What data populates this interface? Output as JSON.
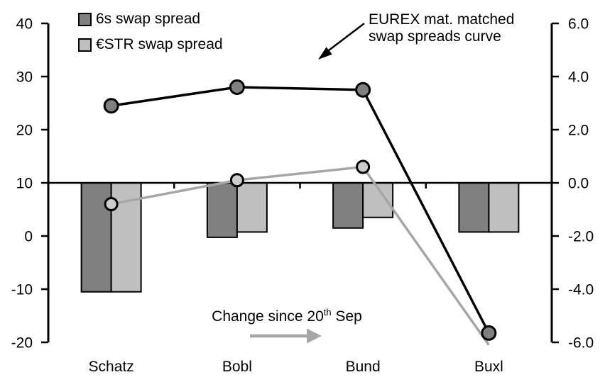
{
  "chart_data": {
    "type": "bar",
    "subtype": "combo-bar-line-dual-axis",
    "title": "",
    "categories": [
      "Schatz",
      "Bobl",
      "Bund",
      "Buxl"
    ],
    "left_axis": {
      "tick_labels": [
        "40",
        "30",
        "20",
        "10",
        "0",
        "-10",
        "-20"
      ],
      "range": [
        -20,
        40
      ]
    },
    "right_axis": {
      "tick_labels": [
        "6.0",
        "4.0",
        "2.0",
        "0.0",
        "-2.0",
        "-4.0",
        "-6.0"
      ],
      "range": [
        -6.0,
        6.0
      ]
    },
    "grid": false,
    "legend_position": "top-left",
    "bar_series": [
      {
        "name": "6s swap spread",
        "axis": "right",
        "color": "#808080",
        "values": [
          -4.1,
          -2.05,
          -1.7,
          -1.85
        ]
      },
      {
        "name": "€STR swap spread",
        "axis": "right",
        "color": "#bfbfbf",
        "values": [
          -4.1,
          -1.85,
          -1.3,
          -1.85
        ]
      }
    ],
    "line_series": [
      {
        "name": "€STR swap spread curve",
        "axis": "right",
        "color": "#a6a6a6",
        "marker_fill": "#cccccc",
        "values": [
          -0.8,
          0.1,
          0.6,
          -6.1
        ],
        "hide_last_marker": true
      },
      {
        "name": "6s swap spread curve",
        "axis": "right",
        "color": "#000000",
        "marker_fill": "#808080",
        "values": [
          2.9,
          3.6,
          3.5,
          -5.65
        ],
        "hide_last_marker": false
      }
    ],
    "legend": [
      {
        "label": "6s swap spread",
        "color": "#808080"
      },
      {
        "label": "€STR swap spread",
        "color": "#bfbfbf"
      }
    ],
    "annotations": {
      "curve_label_line1": "EUREX mat. matched",
      "curve_label_line2": "swap spreads curve",
      "curve_arrow_color": "#000000",
      "change_prefix": "Change since 20",
      "change_sup": "th",
      "change_suffix": " Sep",
      "change_arrow_color": "#a6a6a6"
    }
  }
}
